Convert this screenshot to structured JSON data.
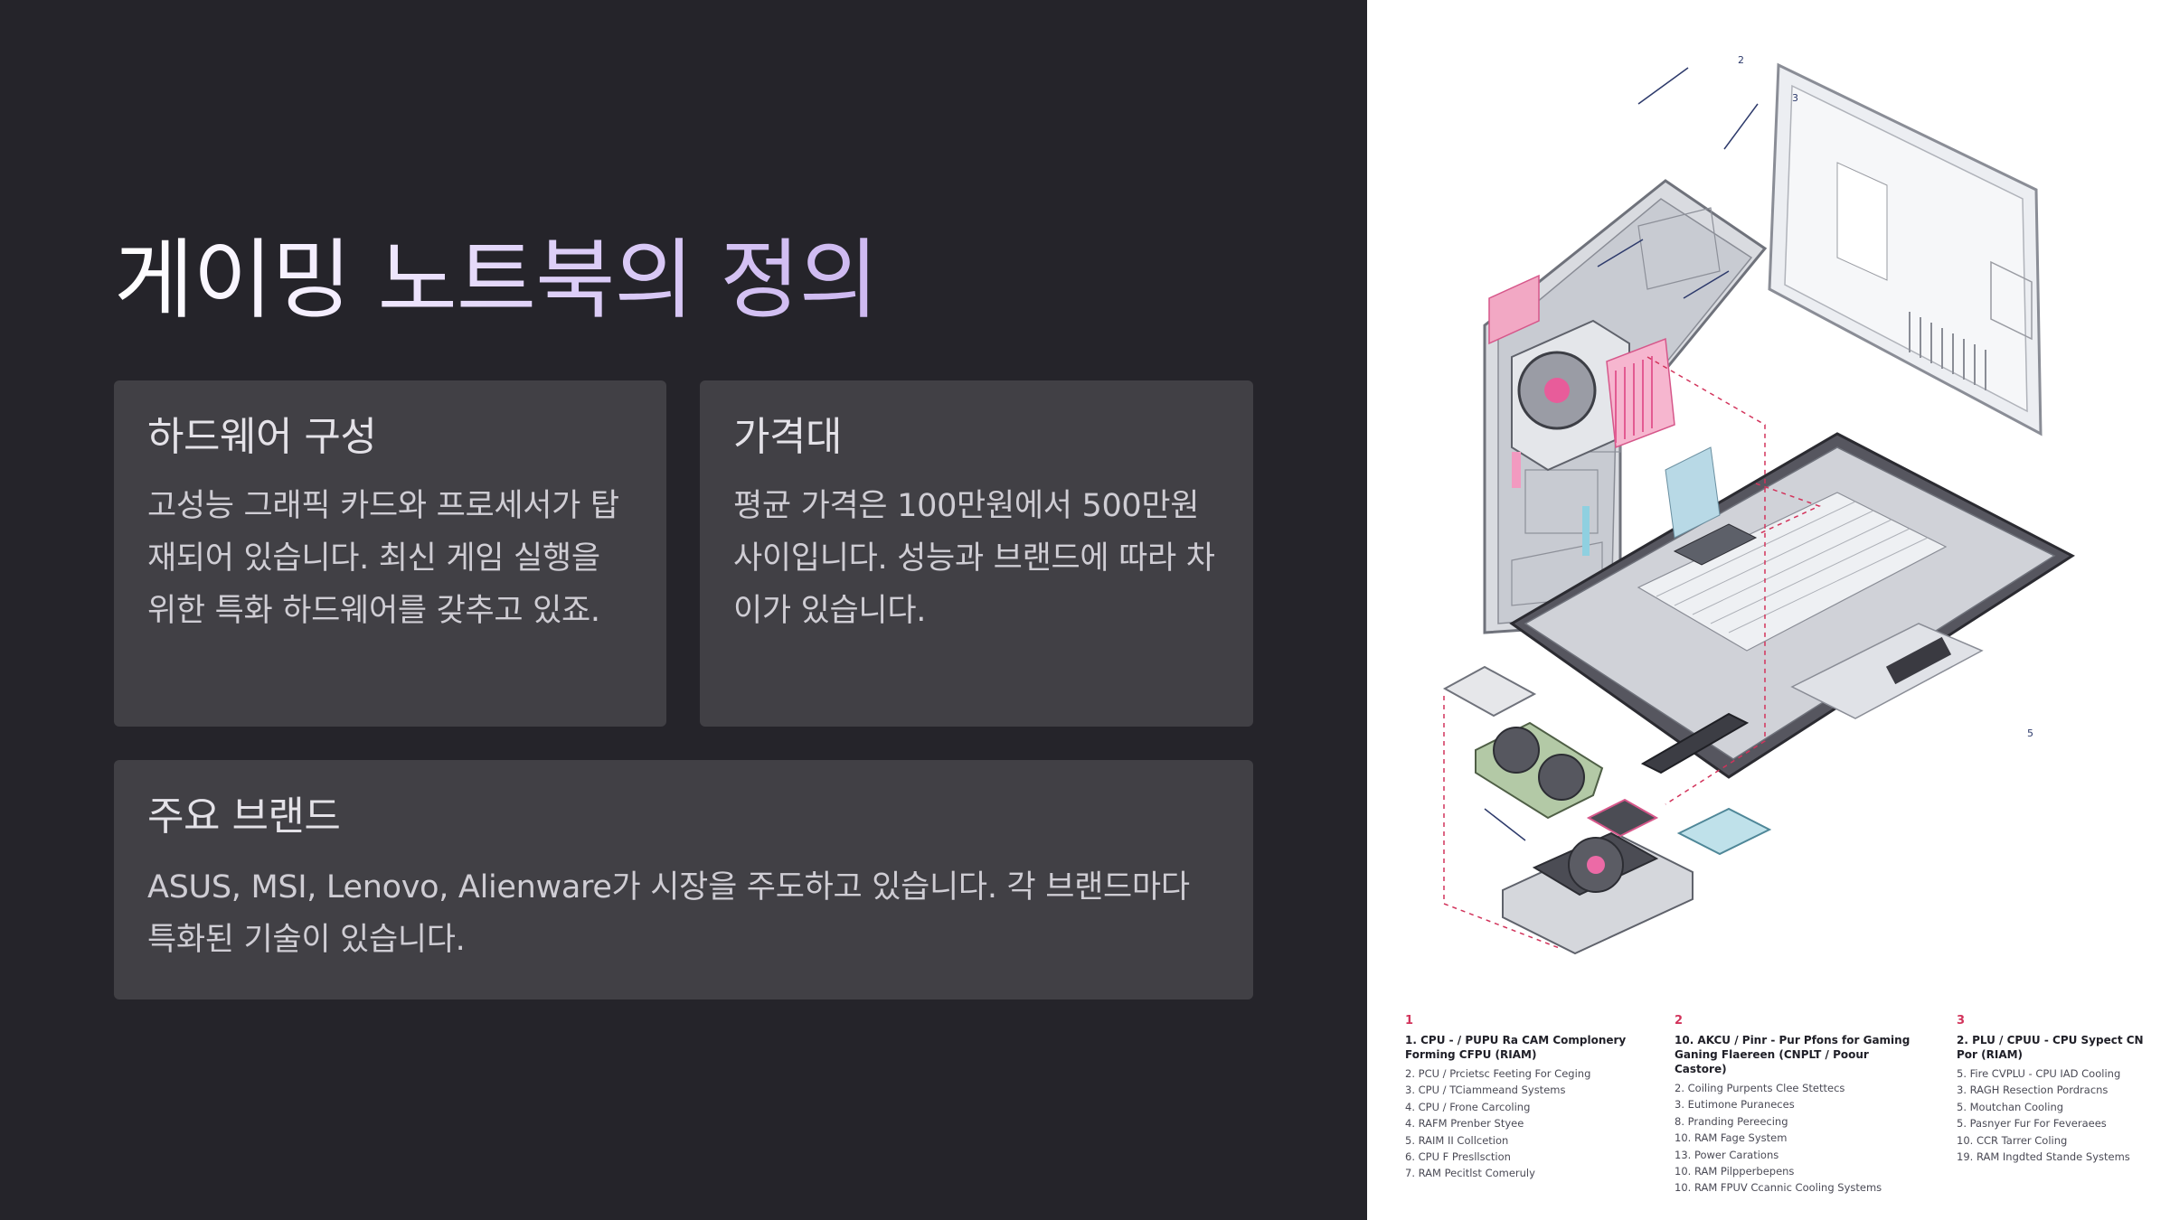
{
  "slide": {
    "title": "게이밍 노트북의 정의",
    "cards": {
      "hardware": {
        "heading": "하드웨어 구성",
        "body": "고성능 그래픽 카드와 프로세서가 탑재되어 있습니다. 최신 게임 실행을 위한 특화 하드웨어를 갖추고 있죠."
      },
      "price": {
        "heading": "가격대",
        "body": "평균 가격은 100만원에서 500만원 사이입니다. 성능과 브랜드에 따라 차이가 있습니다."
      },
      "brands": {
        "heading": "주요 브랜드",
        "body": "ASUS, MSI, Lenovo, Alienware가 시장을 주도하고 있습니다. 각 브랜드마다 특화된 기술이 있습니다."
      }
    }
  },
  "illustration": {
    "callouts": [
      "2",
      "3",
      "5"
    ],
    "legend": [
      {
        "number": "1",
        "heading": "1. CPU - / PUPU Ra CAM Complonery Forming CFPU (RIAM)",
        "items": [
          "2. PCU / Prcietsc Feeting For Ceging",
          "3. CPU / TCiammeand Systems",
          "4. CPU / Frone Carcoling",
          "4. RAFM Prenber Styee",
          "5. RAIM II Collcetion",
          "6. CPU F Presllsction",
          "7. RAM Pecitlst Comeruly"
        ]
      },
      {
        "number": "2",
        "heading": "10. AKCU / Pinr - Pur Pfons for Gaming Ganing Flaereen (CNPLT / Poour Castore)",
        "items": [
          "2. Coiling Purpents Clee Stettecs",
          "3. Eutimone Puraneces",
          "8. Pranding Pereecing",
          "10. RAM Fage System",
          "13. Power Carations",
          "10. RAM Pilpperbepens",
          "10. RAM FPUV Ccannic Cooling Systems"
        ]
      },
      {
        "number": "3",
        "heading": "2. PLU / CPUU - CPU Sypect CN Por (RIAM)",
        "items": [
          "5. Fire CVPLU - CPU IAD Cooling",
          "3. RAGH Resection Pordracns",
          "5. Moutchan Cooling",
          "5. Pasnyer Fur For Feveraees",
          "10. CCR Tarrer Coling",
          "19. RAM Ingdted Stande Systems"
        ]
      }
    ]
  }
}
